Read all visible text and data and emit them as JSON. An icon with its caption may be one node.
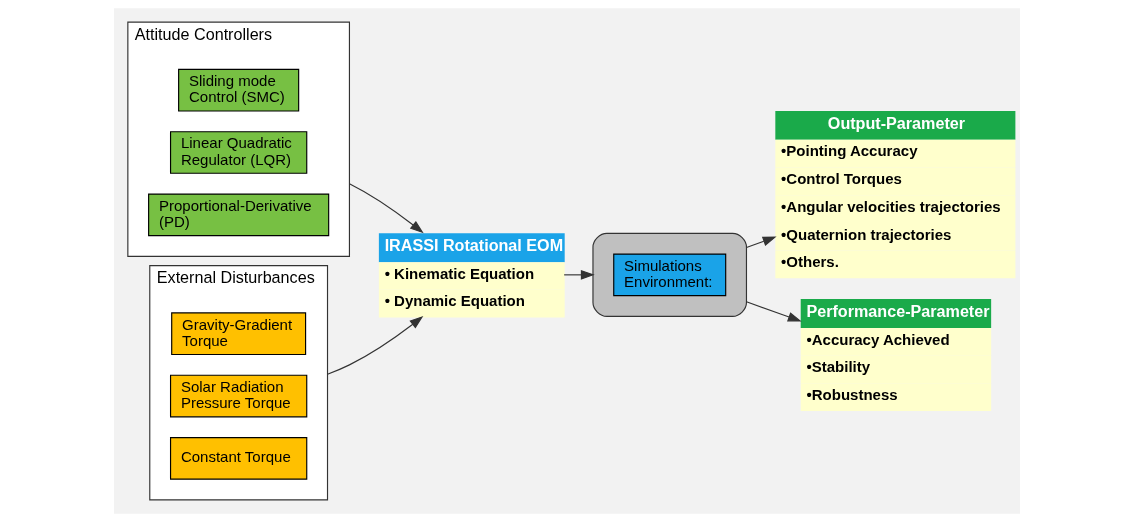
{
  "diagram": {
    "nodes": [
      {
        "text": [
          "Attitude Controllers"
        ]
      },
      {
        "text": [
          "Sliding mode Control (SMC)"
        ],
        "in": 0
      },
      {
        "text": [
          "Linear Quadratic Regulator (LQR)"
        ],
        "in": 0
      },
      {
        "text": [
          "Proportional-Derivative (PD)"
        ],
        "in": 0
      },
      {
        "text": [
          "External Disturbances"
        ]
      },
      {
        "text": [
          "Gravity-Gradient Torque"
        ],
        "in": 4
      },
      {
        "text": [
          "Solar Radiation Pressure Torque"
        ],
        "in": 4
      },
      {
        "text": [
          "Constant Torque"
        ],
        "in": 4
      },
      {
        "text": [
          "IRASSI Rotational EOM",
          "• Kinematic Equation",
          "• Dynamic Equation"
        ]
      },
      {
        "text": [],
        "shape": "box"
      },
      {
        "text": [
          "Simulations Environment:"
        ],
        "in": 9
      },
      {
        "text": [
          "Output-Parameter",
          "•Pointing Accuracy",
          "•Control Torques",
          "•Angular velocities trajectories",
          "•Quaternion trajectories",
          "•Others."
        ]
      },
      {
        "text": [
          "Performance-Parameter",
          "•Accuracy Achieved",
          "•Stability",
          "•Robustness"
        ]
      }
    ],
    "edges": [
      {
        "from": 0,
        "to": 8,
        "arrow": "to"
      },
      {
        "from": 4,
        "to": 8,
        "arrow": "to"
      },
      {
        "from": 8,
        "to": 9,
        "arrow": "to"
      },
      {
        "from": 9,
        "to": 11,
        "arrow": "to"
      },
      {
        "from": 9,
        "to": 12,
        "arrow": "to"
      }
    ]
  }
}
